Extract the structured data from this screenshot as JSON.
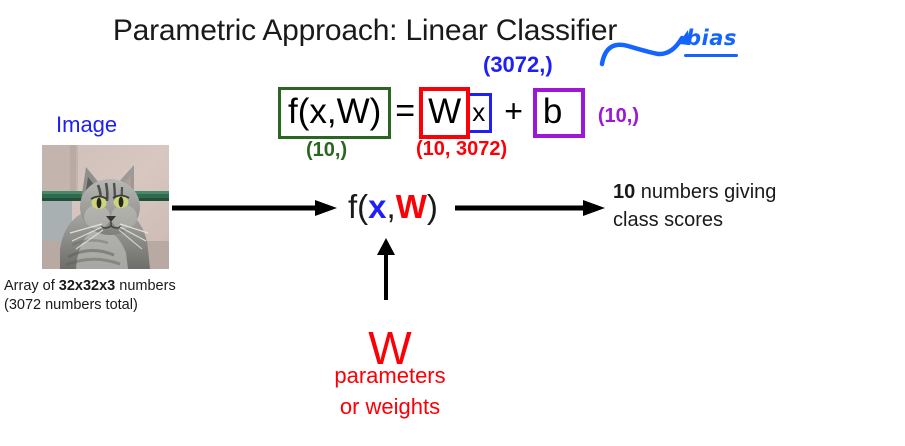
{
  "title": "Parametric Approach: Linear Classifier",
  "image_panel": {
    "label": "Image",
    "photo_alt": "cat-photo",
    "caption_line1_prefix": "Array of ",
    "caption_line1_bold": "32x32x3",
    "caption_line1_suffix": " numbers",
    "caption_line2": "(3072 numbers total)"
  },
  "formula": {
    "fxw": "f(x,W)",
    "equals": "=",
    "w": "W",
    "x": "x",
    "plus": "+",
    "b": "b",
    "dim_fxw": "(10,)",
    "dim_w": "(10, 3072)",
    "dim_x": "(3072,)",
    "dim_b": "(10,)",
    "bias_note": "bias"
  },
  "pipeline": {
    "fn_open": "f(",
    "fn_x": "x",
    "fn_comma": ",",
    "fn_w": "W",
    "fn_close": ")",
    "output_bold": "10",
    "output_rest": " numbers giving",
    "output_line2": "class scores"
  },
  "weights": {
    "symbol": "W",
    "line1": "parameters",
    "line2": "or weights"
  },
  "colors": {
    "green": "#29661f",
    "red": "#fb0007",
    "blue": "#2020f5",
    "purple": "#9c18d6",
    "handwrite_blue": "#1464ff",
    "text": "#1a1a1a"
  }
}
